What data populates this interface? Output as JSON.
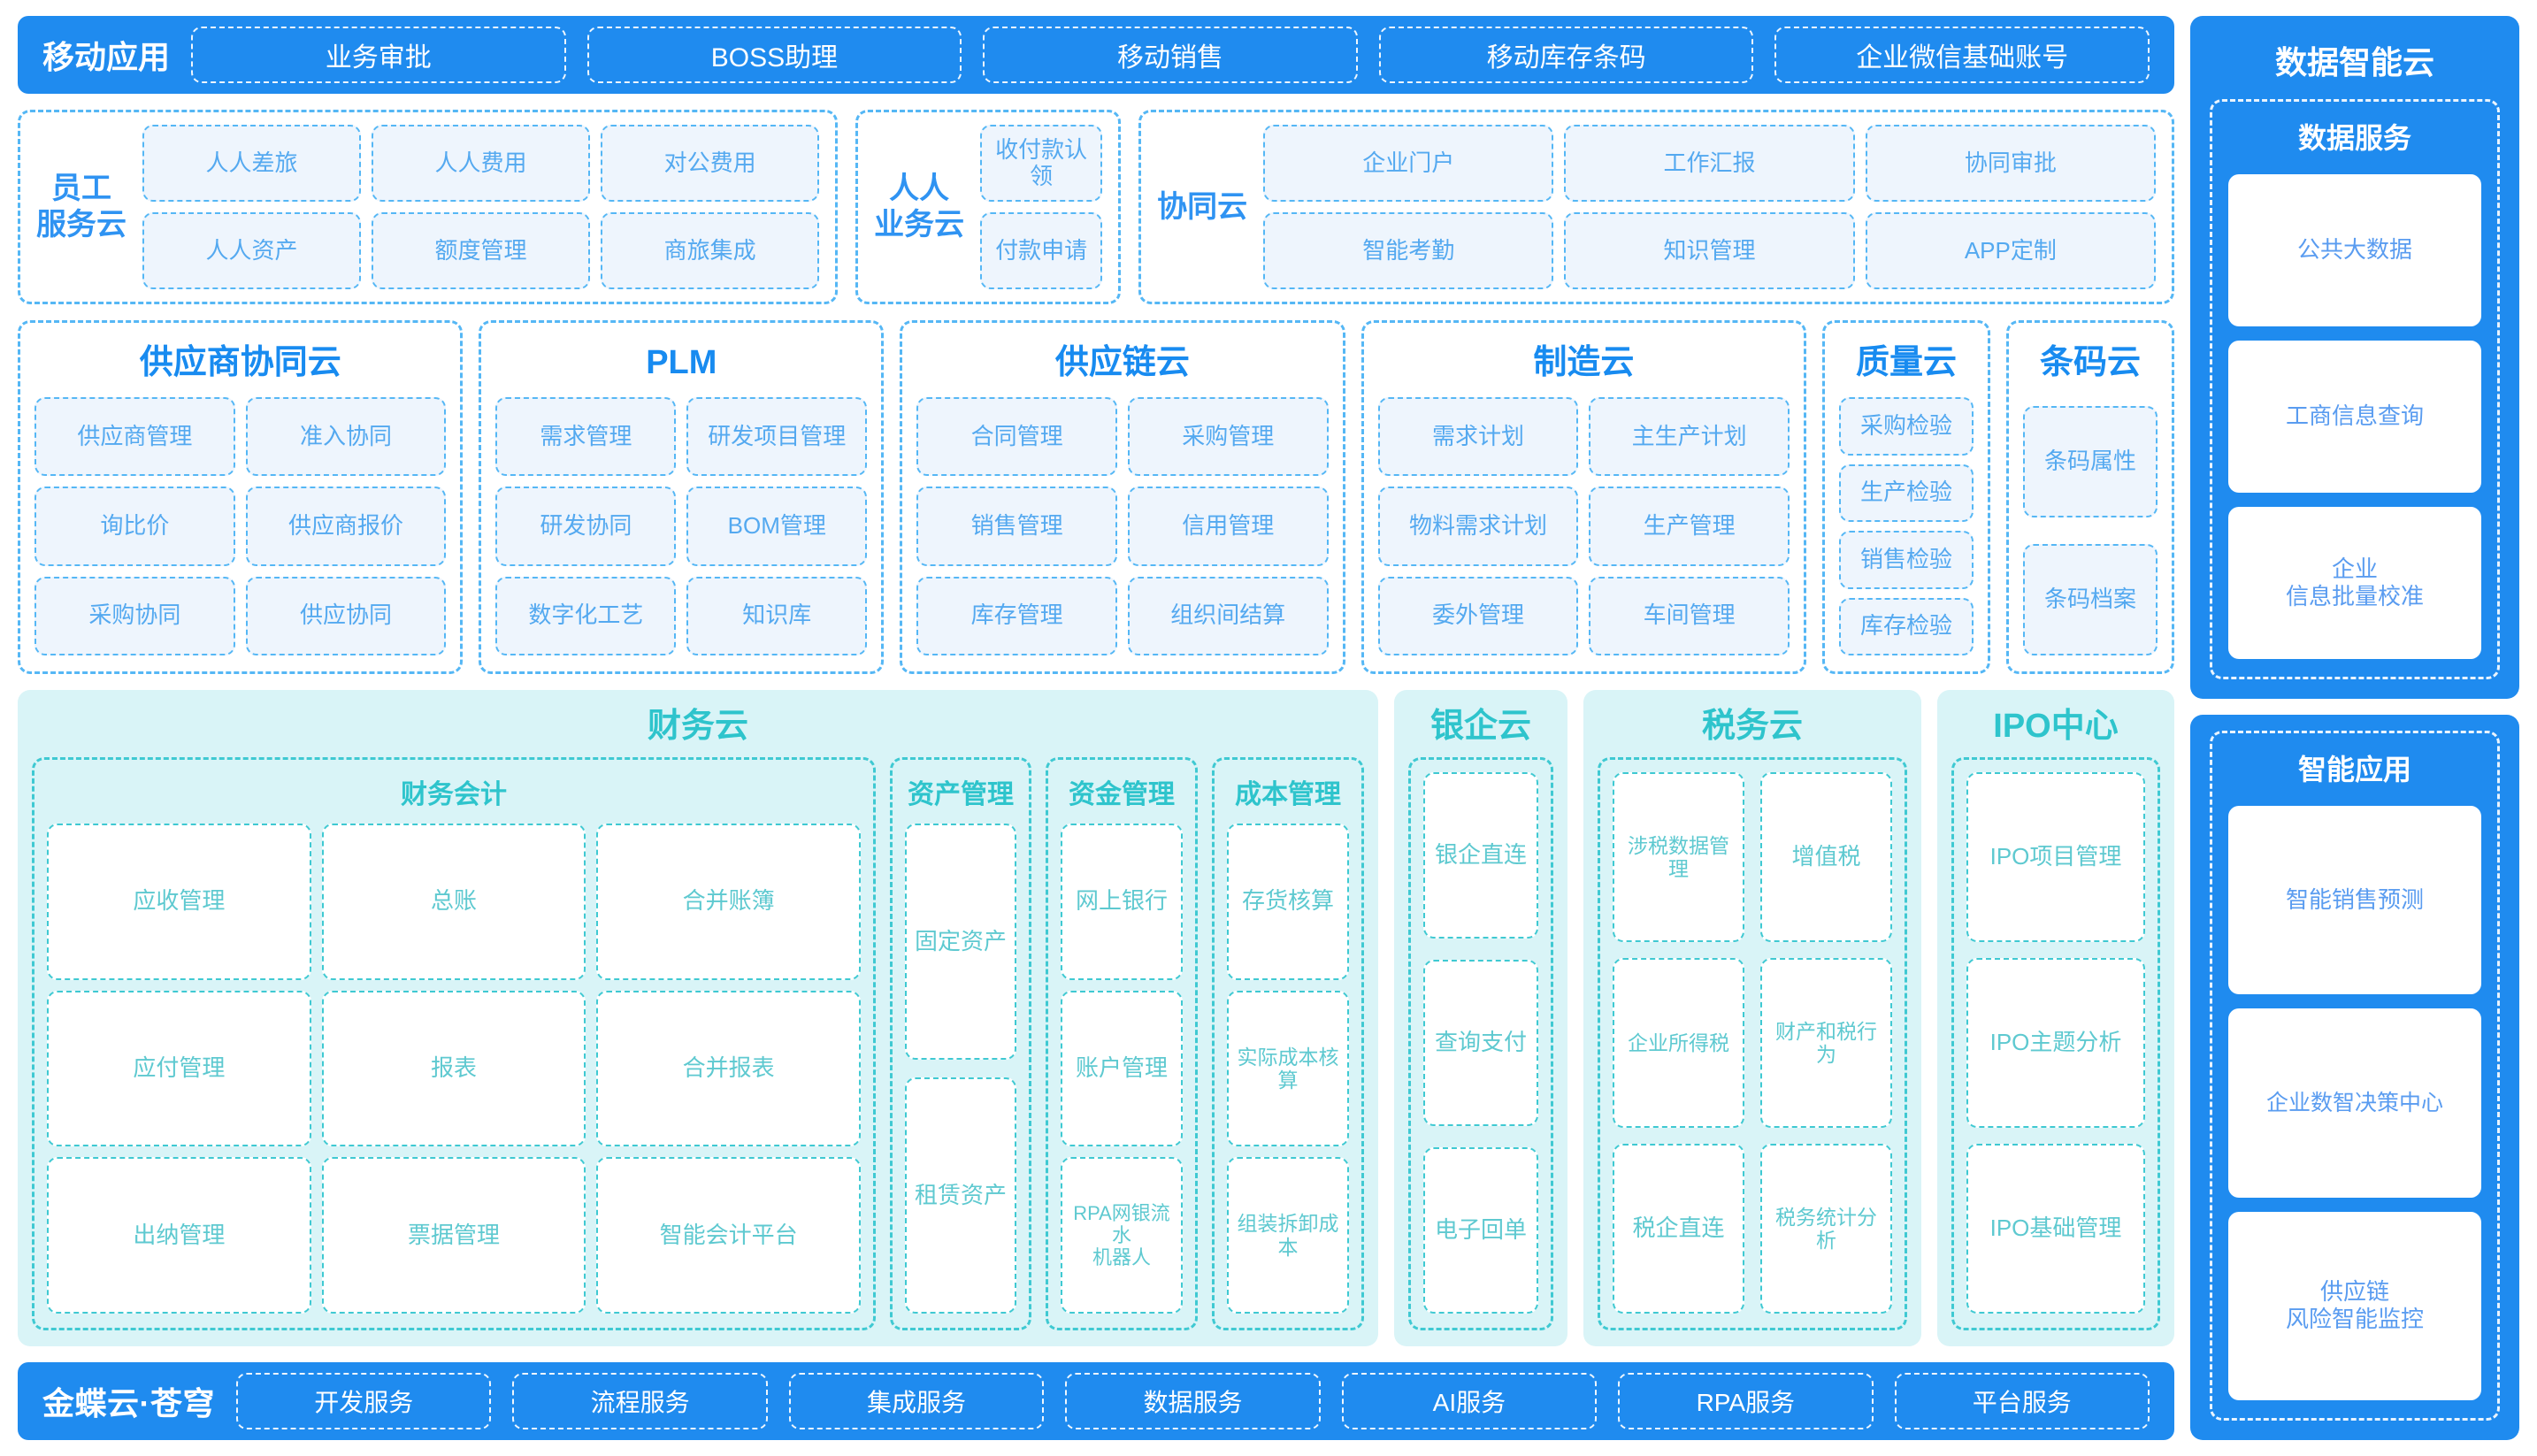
{
  "mobile_bar": {
    "title": "移动应用",
    "items": [
      "业务审批",
      "BOSS助理",
      "移动销售",
      "移动库存条码",
      "企业微信基础账号"
    ]
  },
  "row2": {
    "employee_cloud": {
      "title": "员工\n服务云",
      "items": [
        "人人差旅",
        "人人费用",
        "对公费用",
        "人人资产",
        "额度管理",
        "商旅集成"
      ]
    },
    "renren_cloud": {
      "title": "人人\n业务云",
      "items": [
        "收付款认领",
        "付款申请"
      ]
    },
    "collab_cloud": {
      "title": "协同云",
      "items": [
        "企业门户",
        "工作汇报",
        "协同审批",
        "智能考勤",
        "知识管理",
        "APP定制"
      ]
    }
  },
  "row3": {
    "supplier_cloud": {
      "title": "供应商协同云",
      "items": [
        "供应商管理",
        "准入协同",
        "询比价",
        "供应商报价",
        "采购协同",
        "供应协同"
      ]
    },
    "plm": {
      "title": "PLM",
      "items": [
        "需求管理",
        "研发项目管理",
        "研发协同",
        "BOM管理",
        "数字化工艺",
        "知识库"
      ]
    },
    "supply_chain_cloud": {
      "title": "供应链云",
      "items": [
        "合同管理",
        "采购管理",
        "销售管理",
        "信用管理",
        "库存管理",
        "组织间结算"
      ]
    },
    "manufacture_cloud": {
      "title": "制造云",
      "items": [
        "需求计划",
        "主生产计划",
        "物料需求计划",
        "生产管理",
        "委外管理",
        "车间管理"
      ]
    },
    "quality_cloud": {
      "title": "质量云",
      "items": [
        "采购检验",
        "生产检验",
        "销售检验",
        "库存检验"
      ]
    },
    "barcode_cloud": {
      "title": "条码云",
      "items": [
        "条码属性",
        "条码档案"
      ]
    }
  },
  "row4": {
    "finance_cloud": {
      "title": "财务云",
      "accounting": {
        "title": "财务会计",
        "items": [
          "应收管理",
          "总账",
          "合并账簿",
          "应付管理",
          "报表",
          "合并报表",
          "出纳管理",
          "票据管理",
          "智能会计平台"
        ]
      },
      "asset": {
        "title": "资产管理",
        "items": [
          "固定资产",
          "租赁资产"
        ]
      },
      "fund": {
        "title": "资金管理",
        "items": [
          "网上银行",
          "账户管理",
          "RPA网银流水\n机器人"
        ]
      },
      "cost": {
        "title": "成本管理",
        "items": [
          "存货核算",
          "实际成本核算",
          "组装拆卸成本"
        ]
      }
    },
    "bank_cloud": {
      "title": "银企云",
      "items": [
        "银企直连",
        "查询支付",
        "电子回单"
      ]
    },
    "tax_cloud": {
      "title": "税务云",
      "items": [
        "涉税数据管理",
        "增值税",
        "企业所得税",
        "财产和税行为",
        "税企直连",
        "税务统计分析"
      ]
    },
    "ipo_center": {
      "title": "IPO中心",
      "items": [
        "IPO项目管理",
        "IPO主题分析",
        "IPO基础管理"
      ]
    }
  },
  "right_col": {
    "data_cloud": {
      "title": "数据智能云",
      "data_service": {
        "title": "数据服务",
        "items": [
          "公共大数据",
          "工商信息查询",
          "企业\n信息批量校准"
        ]
      }
    },
    "smart_app": {
      "title": "智能应用",
      "items": [
        "智能销售预测",
        "企业数智决策中心",
        "供应链\n风险智能监控"
      ]
    }
  },
  "platform_bar": {
    "title": "金蝶云·苍穹",
    "items": [
      "开发服务",
      "流程服务",
      "集成服务",
      "数据服务",
      "AI服务",
      "RPA服务",
      "平台服务"
    ]
  },
  "colors": {
    "brand_blue": "#1f8bef",
    "accent_teal": "#2bc6ce",
    "chip_fill_blue": "#eef5fd",
    "chip_fill_teal": "#d9f4f7"
  }
}
